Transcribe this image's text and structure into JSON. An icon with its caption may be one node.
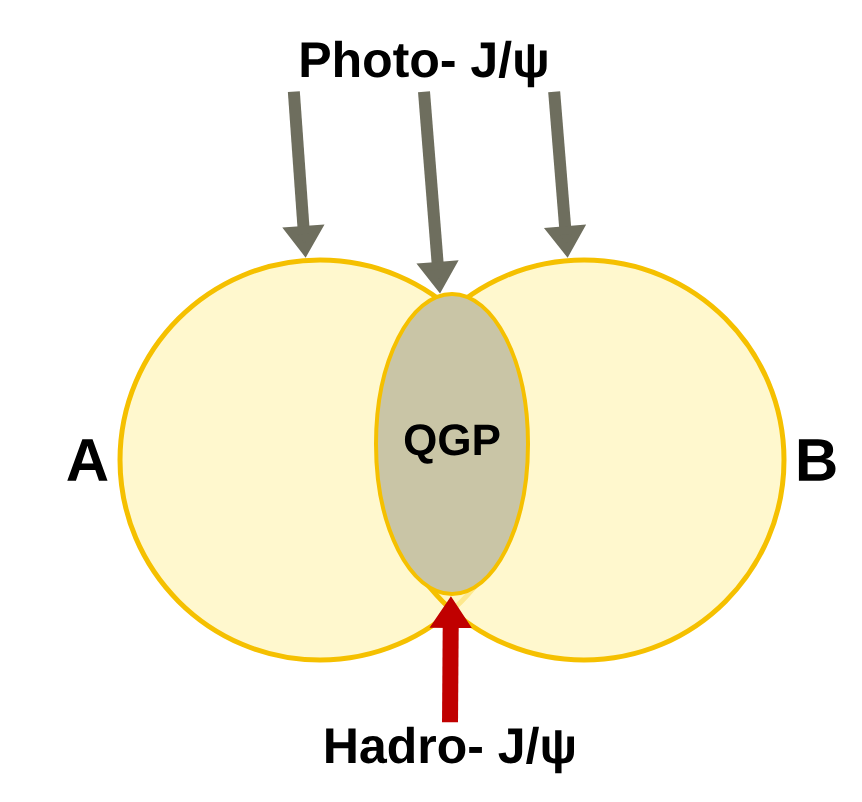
{
  "diagram": {
    "nodes": [
      {
        "text": [
          "Photo- J/ψ"
        ]
      },
      {
        "text": [
          "A"
        ]
      },
      {
        "text": [
          "B"
        ]
      },
      {
        "text": [
          "QGP"
        ]
      },
      {
        "text": [
          "Hadro- J/ψ"
        ]
      }
    ],
    "edges": [
      {
        "from": 0,
        "to": 1,
        "arrow": "to"
      },
      {
        "from": 0,
        "to": 3,
        "arrow": "to"
      },
      {
        "from": 0,
        "to": 2,
        "arrow": "to"
      },
      {
        "from": 4,
        "to": 3,
        "arrow": "to",
        "color": "#c00000"
      }
    ]
  }
}
